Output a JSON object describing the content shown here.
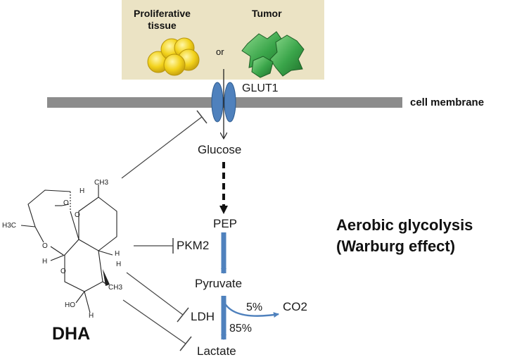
{
  "top_panel": {
    "left_label_line1": "Proliferative",
    "left_label_line2": "tissue",
    "connector": "or",
    "right_label": "Tumor"
  },
  "membrane": {
    "transporter_label": "GLUT1",
    "membrane_label": "cell membrane"
  },
  "pathway": {
    "glucose": "Glucose",
    "pep": "PEP",
    "pkm2": "PKM2",
    "pyruvate": "Pyruvate",
    "ldh": "LDH",
    "co2": "CO2",
    "percent_co2": "5%",
    "percent_lactate": "85%",
    "lactate": "Lactate"
  },
  "title": {
    "line1": "Aerobic glycolysis",
    "line2": "(Warburg effect)"
  },
  "molecule": {
    "name": "DHA",
    "atoms": {
      "h3c": "H3C",
      "ch3_top": "CH3",
      "ch3_right": "CH3",
      "ho": "HO",
      "o": "O",
      "h": "H"
    }
  },
  "colors": {
    "panel_bg": "#ebe3c4",
    "membrane": "#8c8c8c",
    "glut1": "#4f81bd",
    "arrow_blue": "#4f81bd",
    "cells_yellow": "#f2d21b",
    "cells_green": "#3aa54a"
  }
}
